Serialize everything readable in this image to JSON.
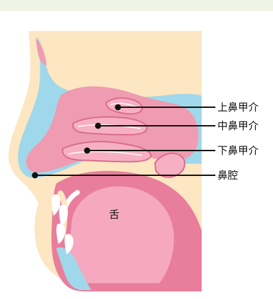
{
  "diagram": {
    "labels": {
      "superior_turbinate": "上鼻甲介",
      "middle_turbinate": "中鼻甲介",
      "inferior_turbinate": "下鼻甲介",
      "nasal_cavity": "鼻腔",
      "tongue": "舌"
    },
    "colors": {
      "top_band": "#eef4e6",
      "skin": "#fde6c2",
      "cavity_outline": "#9fd8ea",
      "nasal_cavity": "#ef9bb1",
      "turbinate": "#f7b0c3",
      "turbinate_edge": "#d86d8a",
      "oral_cavity": "#e87e9b",
      "tongue": "#f5a8bf",
      "highlight": "#ffffff",
      "line": "#111111"
    }
  }
}
